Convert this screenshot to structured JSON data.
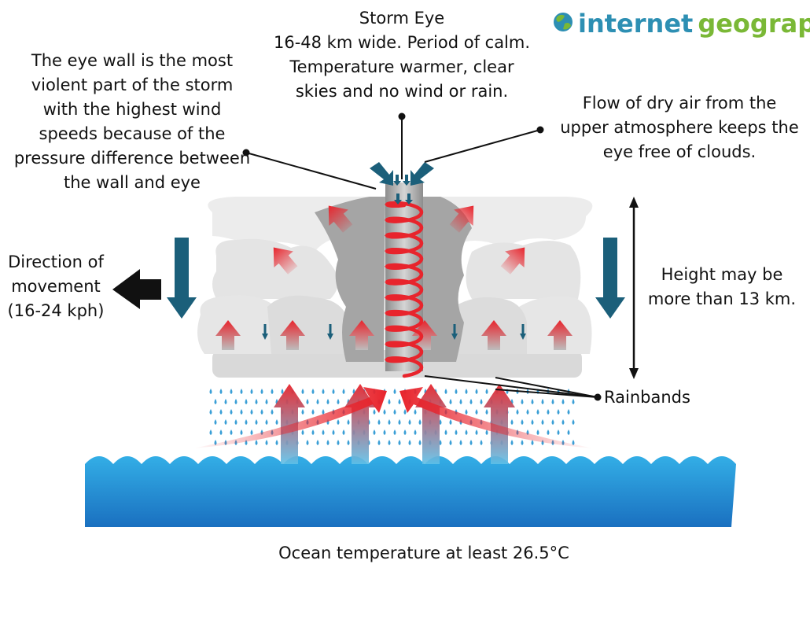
{
  "brand": {
    "logo_word_1": "internet",
    "logo_word_2": "geography",
    "colors": {
      "blue": "#2d8fb3",
      "green": "#7ab836"
    }
  },
  "labels": {
    "storm_eye": "Storm Eye\n16-48 km wide. Period of calm.\nTemperature warmer, clear\nskies and no wind or rain.",
    "eye_wall": "The eye wall is the most\nviolent part of the storm\nwith the highest wind\nspeeds because of the\npressure difference between\nthe wall and eye",
    "dry_air": "Flow of dry air from the\nupper atmosphere keeps the\neye free of clouds.",
    "direction": "Direction of\nmovement\n(16-24 kph)",
    "height": "Height may be\nmore than 13 km.",
    "rainbands": "Rainbands",
    "ocean": "Ocean temperature at least 26.5°C"
  },
  "colors": {
    "ocean_top": "#33aee6",
    "ocean_bottom": "#1a70c0",
    "cloud_light": "#e8e8e8",
    "cloud_mid": "#c8c8c8",
    "cloud_dark": "#8d8d8d",
    "warm_arrow": "#e8242c",
    "cool_arrow": "#1b5f7a",
    "rain": "#3a9fd6",
    "movement_arrow": "#111111"
  }
}
